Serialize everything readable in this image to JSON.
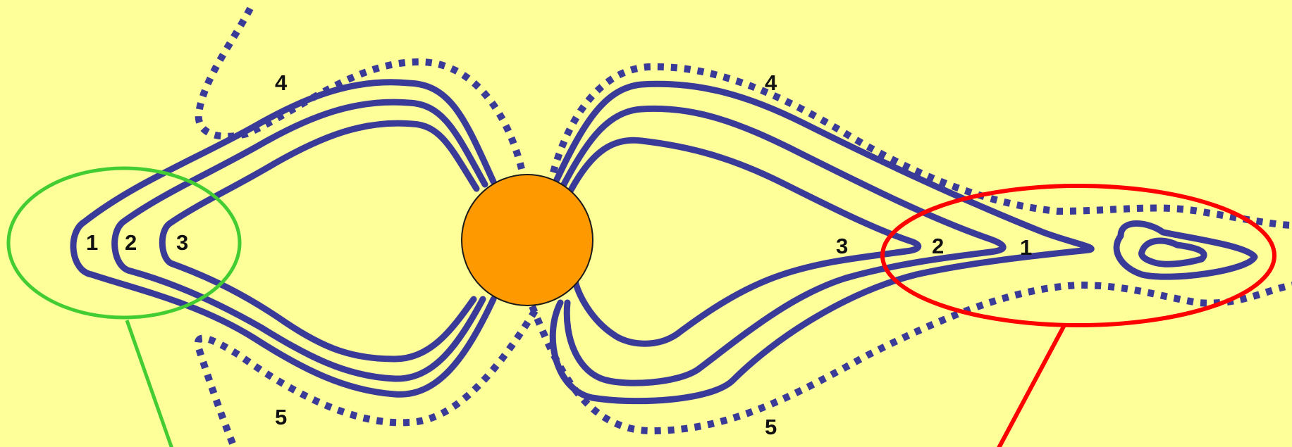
{
  "labels": {
    "left_tail": [
      "1",
      "2",
      "3"
    ],
    "right_tail": [
      "3",
      "2",
      "1"
    ],
    "upper_left": "4",
    "upper_right": "4",
    "lower_left": "5",
    "lower_right": "5"
  },
  "colors": {
    "background": "#ffff99",
    "contour": "#3a3a98",
    "star": "#ff9900",
    "left_highlight": "#44cc33",
    "right_highlight": "#ff0000"
  }
}
